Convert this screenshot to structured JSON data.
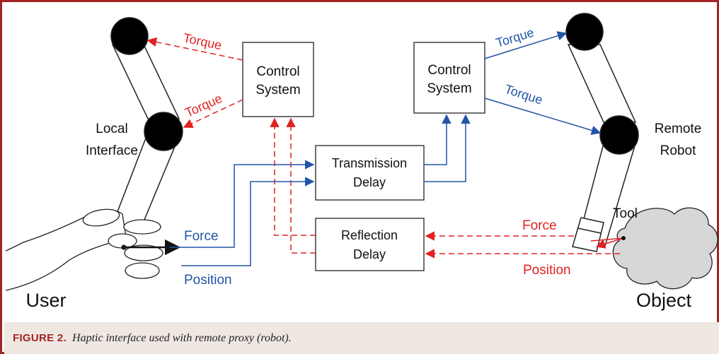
{
  "figure": {
    "label": "FIGURE 2.",
    "caption": "Haptic interface used with remote proxy (robot)."
  },
  "labels": {
    "local_interface_1": "Local",
    "local_interface_2": "Interface",
    "remote_robot_1": "Remote",
    "remote_robot_2": "Robot",
    "user": "User",
    "object": "Object",
    "tool": "Tool"
  },
  "boxes": {
    "control_left_1": "Control",
    "control_left_2": "System",
    "control_right_1": "Control",
    "control_right_2": "System",
    "transmission_1": "Transmission",
    "transmission_2": "Delay",
    "reflection_1": "Reflection",
    "reflection_2": "Delay"
  },
  "signals": {
    "torque_left_top": "Torque",
    "torque_left_mid": "Torque",
    "torque_right_top": "Torque",
    "torque_right_mid": "Torque",
    "force_left": "Force",
    "position_left": "Position",
    "force_right": "Force",
    "position_right": "Position"
  },
  "colors": {
    "accent": "#a32424",
    "feedback": "#e02222",
    "command": "#2255a8",
    "caption_bg": "#efe7e2"
  }
}
